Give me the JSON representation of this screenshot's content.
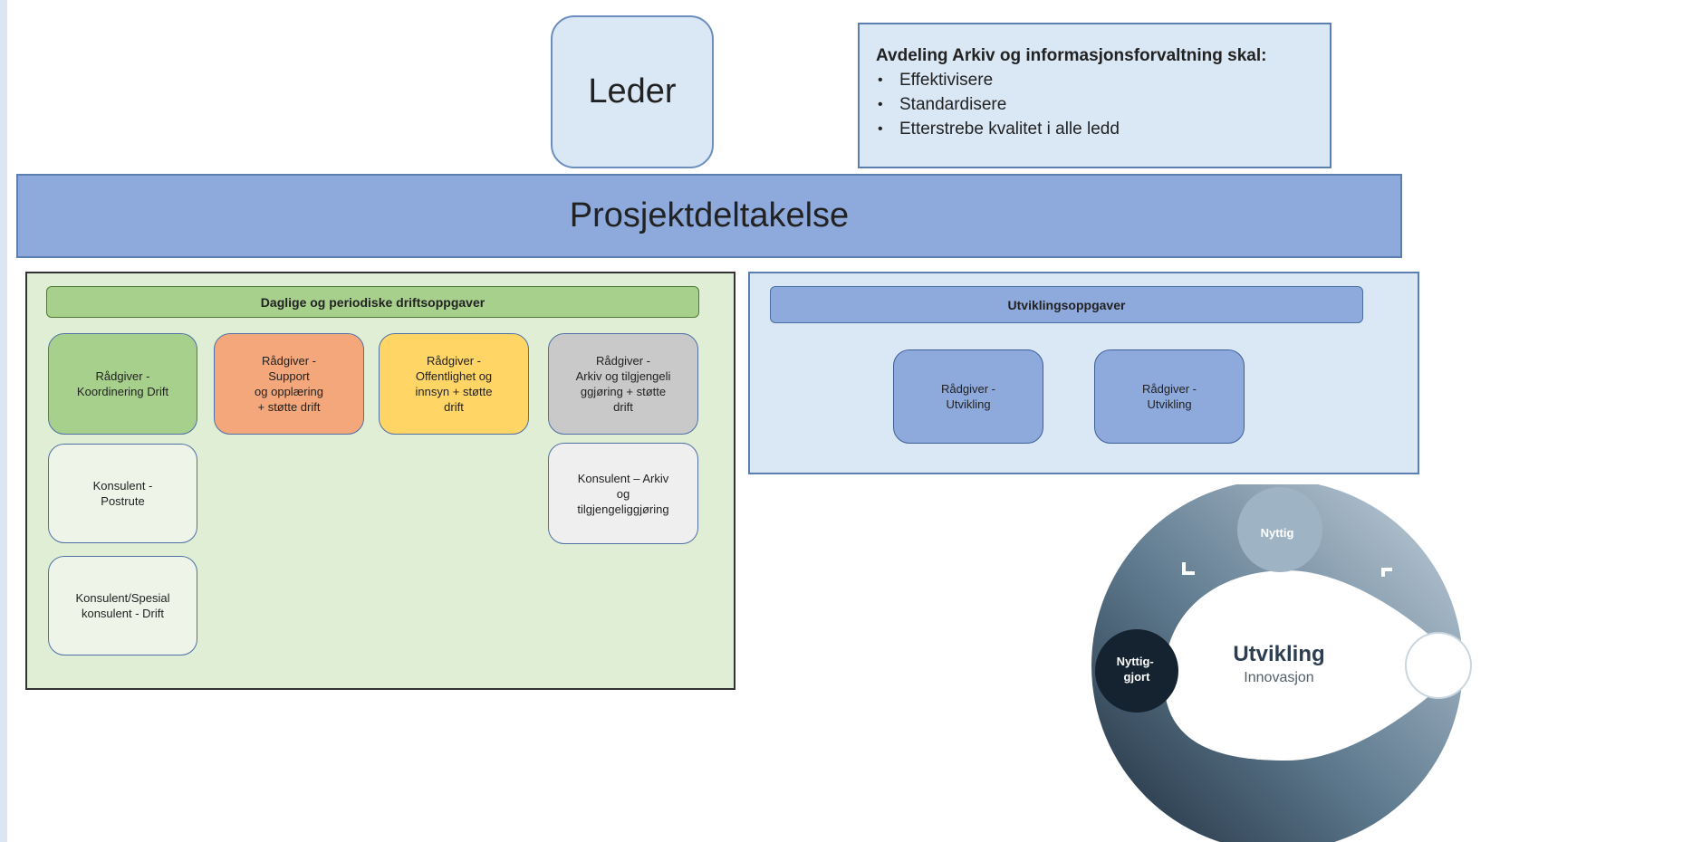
{
  "leader": {
    "label": "Leder"
  },
  "goals": {
    "title": "Avdeling Arkiv og informasjonsforvaltning skal:",
    "items": [
      "Effektivisere",
      "Standardisere",
      "Etterstrebe kvalitet i alle ledd"
    ]
  },
  "project": {
    "label": "Prosjektdeltakelse"
  },
  "operations": {
    "header": "Daglige og periodiske driftsoppgaver",
    "roles": [
      "Rådgiver -\nKoordinering Drift",
      "Rådgiver -\nSupport\nog opplæring\n+ støtte drift",
      "Rådgiver -\nOffentlighet og\ninnsyn + støtte\ndrift",
      "Rådgiver -\nArkiv og tilgjengeli\nggjøring + støtte\ndrift",
      "Konsulent -\nPostrute",
      "Konsulent – Arkiv\nog\ntilgjengeliggjøring",
      "Konsulent/Spesial\nkonsulent - Drift"
    ]
  },
  "development": {
    "header": "Utviklingsoppgaver",
    "roles": [
      "Rådgiver -\nUtvikling",
      "Rådgiver -\nUtvikling"
    ]
  },
  "cycle": {
    "center_title": "Utvikling",
    "center_subtitle": "Innovasjon",
    "node_top": "Nyttig",
    "node_left": "Nyttig-\ngjort"
  }
}
